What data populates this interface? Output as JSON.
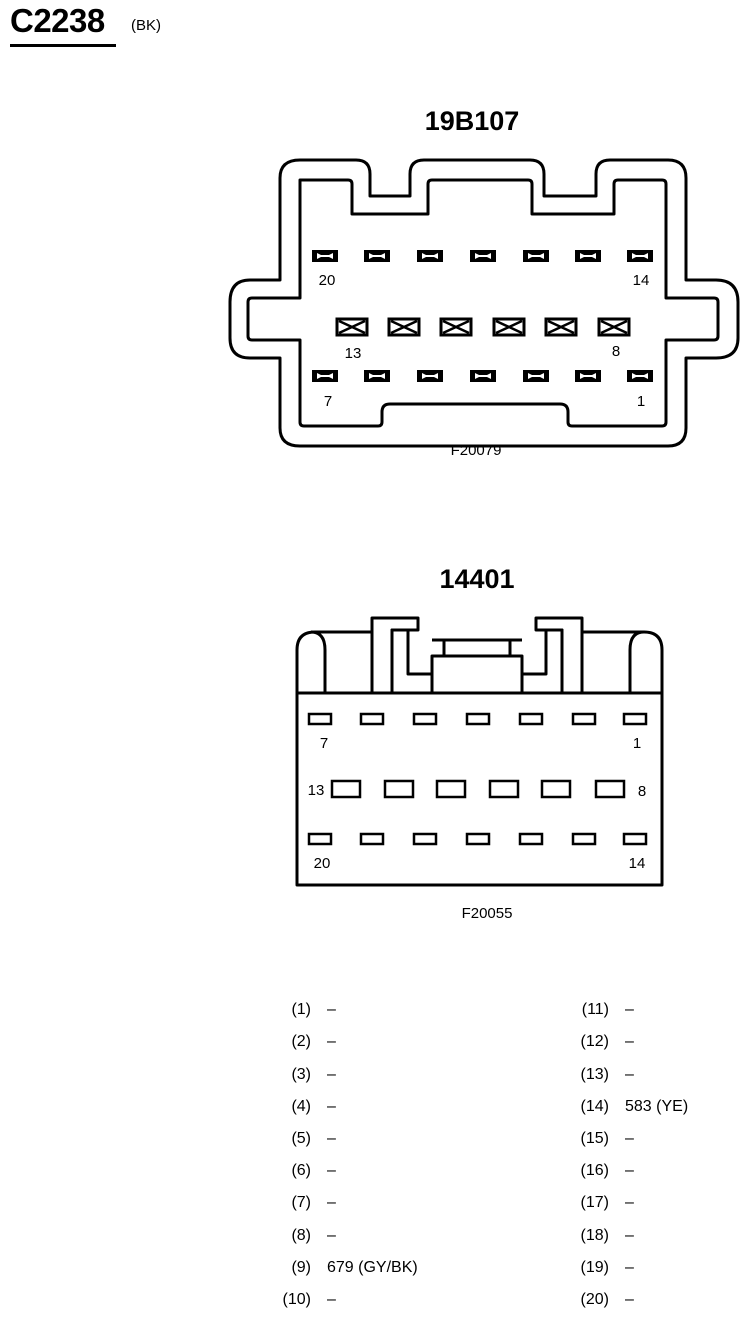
{
  "header": {
    "connector_id": "C2238",
    "color": "(BK)"
  },
  "connector_a": {
    "part_number": "19B107",
    "figure_id": "F20079",
    "labels": {
      "top_left": "20",
      "top_right": "14",
      "mid_left": "13",
      "mid_right": "8",
      "bot_left": "7",
      "bot_right": "1"
    }
  },
  "connector_b": {
    "part_number": "14401",
    "figure_id": "F20055",
    "labels": {
      "top_left": "7",
      "top_right": "1",
      "mid_left": "13",
      "mid_right": "8",
      "bot_left": "20",
      "bot_right": "14"
    }
  },
  "pinout": {
    "left": [
      {
        "pin": "(1)",
        "circuit": "–"
      },
      {
        "pin": "(2)",
        "circuit": "–"
      },
      {
        "pin": "(3)",
        "circuit": "–"
      },
      {
        "pin": "(4)",
        "circuit": "–"
      },
      {
        "pin": "(5)",
        "circuit": "–"
      },
      {
        "pin": "(6)",
        "circuit": "–"
      },
      {
        "pin": "(7)",
        "circuit": "–"
      },
      {
        "pin": "(8)",
        "circuit": "–"
      },
      {
        "pin": "(9)",
        "circuit": "679 (GY/BK)"
      },
      {
        "pin": "(10)",
        "circuit": "–"
      }
    ],
    "right": [
      {
        "pin": "(11)",
        "circuit": "–"
      },
      {
        "pin": "(12)",
        "circuit": "–"
      },
      {
        "pin": "(13)",
        "circuit": "–"
      },
      {
        "pin": "(14)",
        "circuit": "583 (YE)"
      },
      {
        "pin": "(15)",
        "circuit": "–"
      },
      {
        "pin": "(16)",
        "circuit": "–"
      },
      {
        "pin": "(17)",
        "circuit": "–"
      },
      {
        "pin": "(18)",
        "circuit": "–"
      },
      {
        "pin": "(19)",
        "circuit": "–"
      },
      {
        "pin": "(20)",
        "circuit": "–"
      }
    ]
  }
}
